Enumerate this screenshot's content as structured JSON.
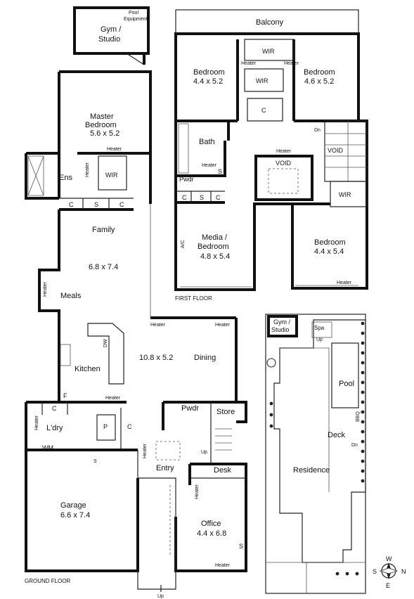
{
  "rooms": {
    "gym_top": "Gym /",
    "gym_bottom": "Studio",
    "pool_equipment_1": "Pool",
    "pool_equipment_2": "Equipment",
    "balcony": "Balcony",
    "wir": "WIR",
    "bedroom": "Bedroom",
    "bed_left_size": "4.4 x 5.2",
    "bed_right_size": "4.6 x 5.2",
    "c": "C",
    "s": "S",
    "f": "F",
    "p": "P",
    "bath": "Bath",
    "void": "VOID",
    "pwdr": "Pwdr",
    "dn": "Dn",
    "up": "Up",
    "media_1": "Media /",
    "media_2": "Bedroom",
    "media_size": "4.8 x 5.4",
    "bed_right_lower_size": "4.4 x 5.4",
    "ac": "A/C",
    "first_floor": "FIRST FLOOR",
    "master_1": "Master",
    "master_2": "Bedroom",
    "master_size": "5.6 x 5.2",
    "ens": "Ens",
    "heater": "Heater",
    "family": "Family",
    "family_size": "6.8 x 7.4",
    "meals": "Meals",
    "kitchen": "Kitchen",
    "dw": "DW",
    "kitchen_size": "10.8 x 5.2",
    "dining": "Dining",
    "ldry": "L'dry",
    "wm": "WM",
    "store": "Store",
    "entry": "Entry",
    "desk": "Desk",
    "office": "Office",
    "office_size": "4.4 x 6.8",
    "garage": "Garage",
    "garage_size": "6.6 x 7.4",
    "ground_floor": "GROUND FLOOR",
    "spa": "Spa",
    "pool": "Pool",
    "bbq": "BBQ",
    "deck": "Deck",
    "residence": "Residence"
  },
  "compass": {
    "n": "N",
    "e": "E",
    "s": "S",
    "w": "W"
  }
}
